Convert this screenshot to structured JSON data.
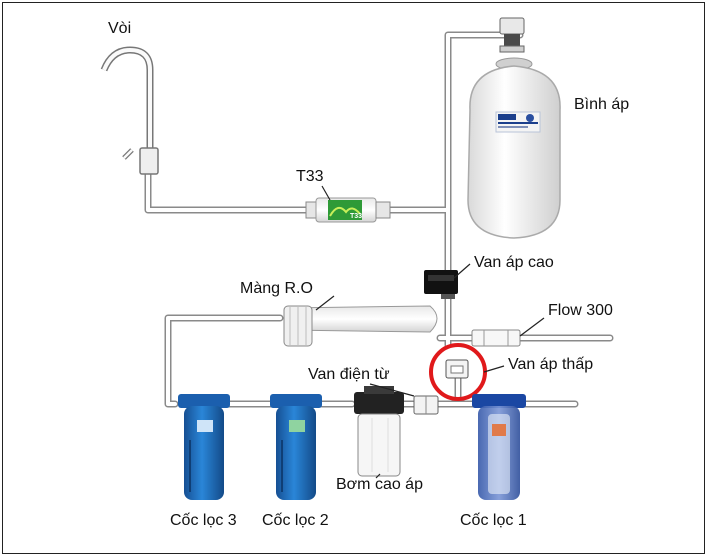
{
  "diagram": {
    "labels": {
      "faucet": "Vòi",
      "t33": "T33",
      "pressure_tank": "Bình áp",
      "high_pressure_valve": "Van áp cao",
      "ro_membrane": "Màng R.O",
      "flow": "Flow 300",
      "low_pressure_valve": "Van áp thấp",
      "solenoid_valve": "Van điện từ",
      "booster_pump": "Bơm cao áp",
      "filter_1": "Cốc lọc 1",
      "filter_2": "Cốc lọc 2",
      "filter_3": "Cốc lọc 3"
    },
    "t33_cartridge_text": "T33",
    "highlight_color": "#e0191b",
    "filter_blue": "#1f6fc0",
    "pipe_color": "#ffffff",
    "pipe_outline": "#8a8a8a"
  }
}
